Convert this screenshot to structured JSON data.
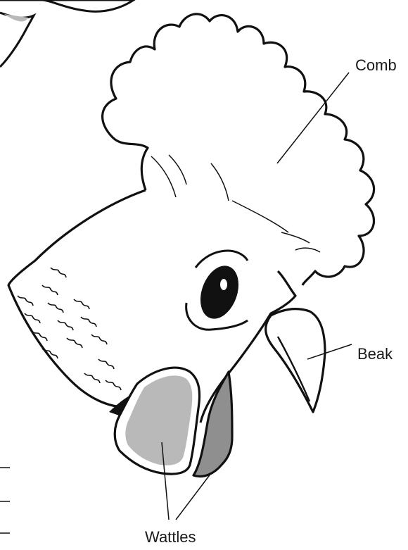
{
  "labels": {
    "comb": "Comb",
    "beak": "Beak",
    "wattles": "Wattles"
  },
  "colors": {
    "outline": "#111111",
    "wattle_light": "#b9b9b9",
    "wattle_dark": "#8f8f8f",
    "background": "#ffffff"
  }
}
